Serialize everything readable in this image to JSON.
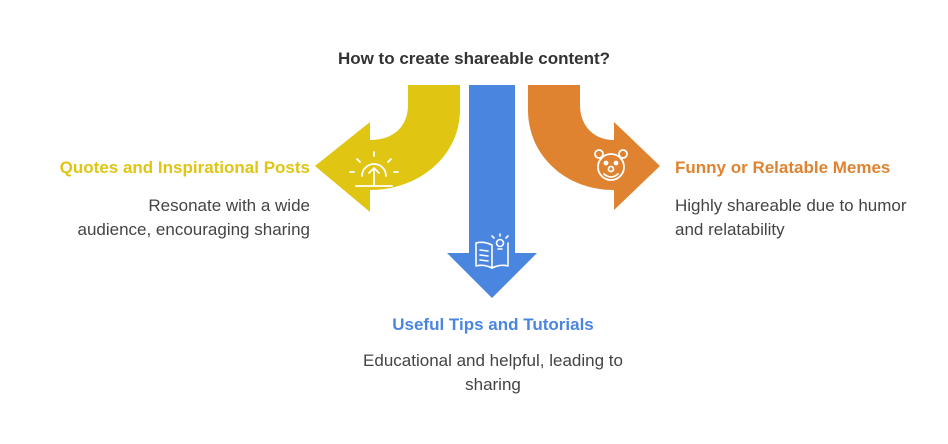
{
  "title": "How to create shareable content?",
  "left": {
    "heading": "Quotes and Inspirational Posts",
    "body": "Resonate with a wide audience, encouraging sharing",
    "color": "#e0c512",
    "icon": "sunrise-icon"
  },
  "right": {
    "heading": "Funny or Relatable Memes",
    "body": "Highly shareable due to humor and relatability",
    "color": "#df8330",
    "icon": "clown-face-icon"
  },
  "bottom": {
    "heading": "Useful Tips and Tutorials",
    "body": "Educational and helpful, leading to sharing",
    "color": "#4a86e0",
    "icon": "book-lightbulb-icon"
  }
}
